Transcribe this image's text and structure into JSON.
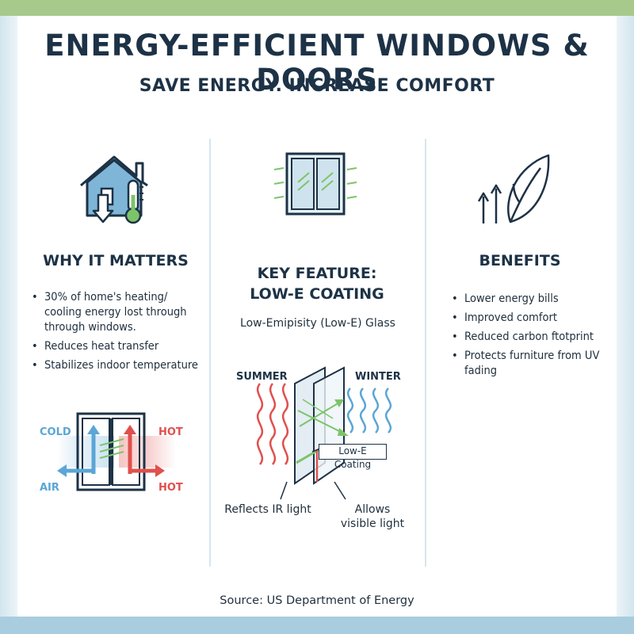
{
  "header": {
    "title": "ENERGY-EFFICIENT WINDOWS & DOORS",
    "subtitle": "SAVE ENERGY. INCREASE COMFORT"
  },
  "why_it_matters": {
    "heading": "WHY IT MATTERS",
    "bullets": [
      "30% of home's heating/ cooling energy lost through through windows.",
      "Reduces heat transfer",
      "Stabilizes indoor temperature"
    ],
    "diagram": {
      "cold_label": "COLD",
      "air_label": "AIR",
      "hot_top_label": "HOT",
      "hot_bottom_label": "HOT"
    }
  },
  "key_feature": {
    "heading_line1": "KEY FEATURE:",
    "heading_line2": "LOW-E COATING",
    "glass_label": "Low-Emipisity (Low-E) Glass",
    "summer_label": "SUMMER",
    "winter_label": "WINTER",
    "coating_label": "Low-E Coating",
    "reflects_caption": "Reflects IR light",
    "allows_caption_line1": "Allows",
    "allows_caption_line2": "visible light"
  },
  "benefits": {
    "heading": "BENEFITS",
    "bullets": [
      "Lower energy bills",
      "Improved comfort",
      "Reduced carbon ftotprint",
      "Protects furniture from UV fading"
    ]
  },
  "footer": {
    "source": "Source: US Department of Energy"
  },
  "colors": {
    "navy": "#1d3246",
    "cold_blue": "#5aa6d6",
    "hot_red": "#e0504d",
    "leaf_green": "#7cc46a",
    "top_band": "#a7c98c",
    "bottom_band": "#a9cddf"
  }
}
